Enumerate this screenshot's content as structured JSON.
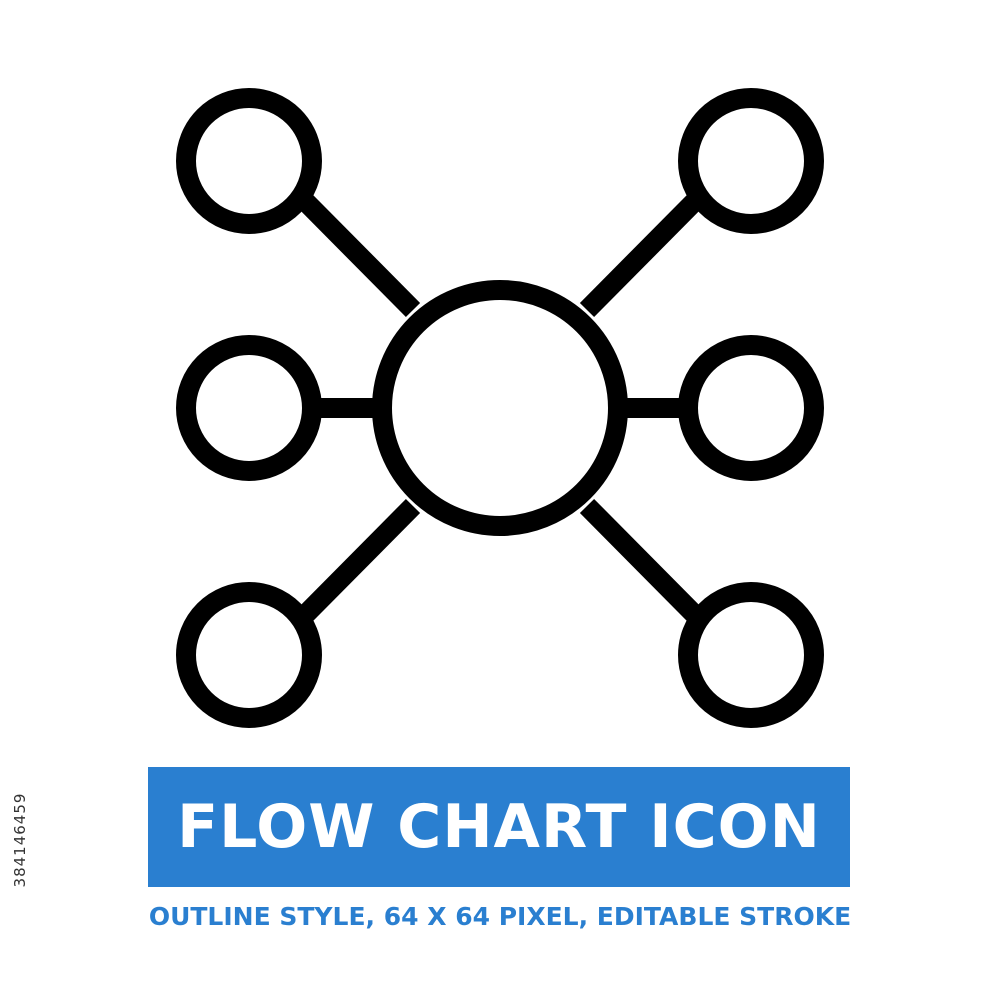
{
  "title": "FLOW CHART ICON",
  "subtitle": "OUTLINE STYLE, 64 X 64 PIXEL, EDITABLE STROKE",
  "side_id": "384146459",
  "icon": {
    "name": "flow-chart-icon",
    "stroke_color": "#000000"
  },
  "colors": {
    "accent": "#2a7fd0",
    "background": "#ffffff"
  }
}
